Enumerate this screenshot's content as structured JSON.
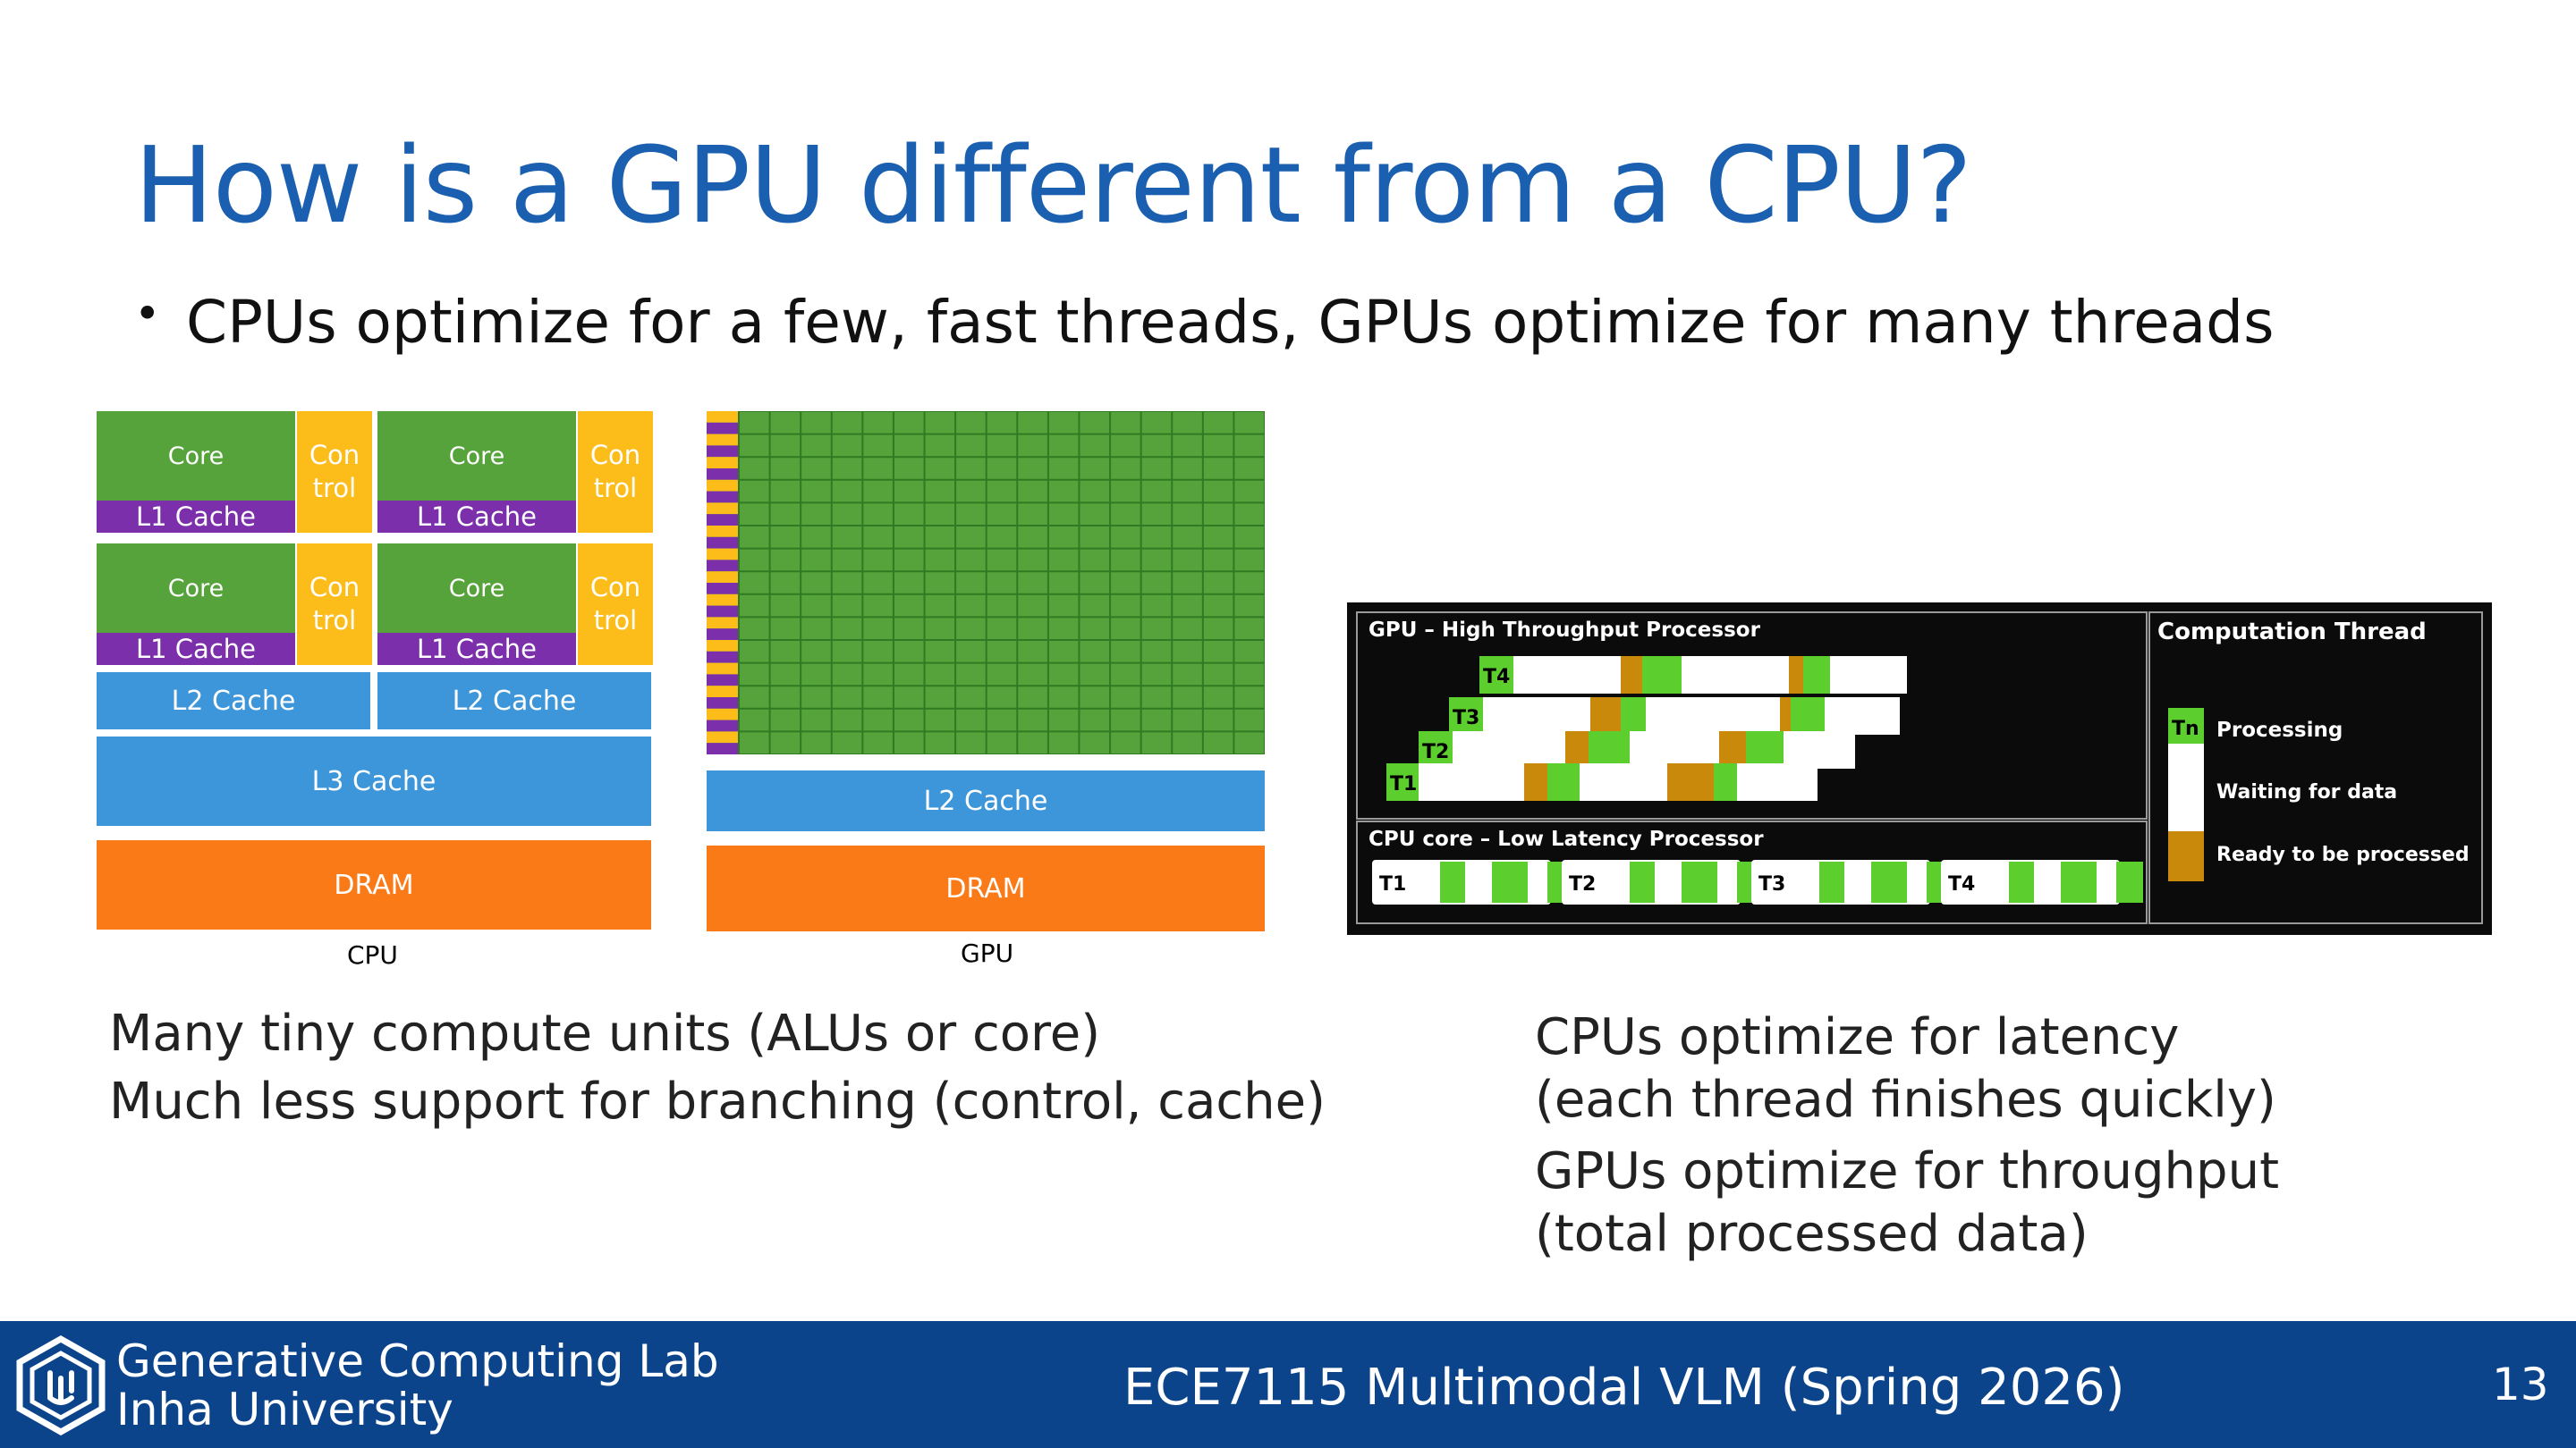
{
  "slide": {
    "title": "How is a GPU different from a CPU?",
    "bullet": "CPUs optimize for a few, fast threads, GPUs optimize for many threads",
    "left_text": [
      "Many tiny compute units (ALUs or core)",
      "Much less support for branching (control, cache)"
    ],
    "right_text": [
      "CPUs optimize for latency",
      "(each thread finishes quickly)",
      "GPUs optimize for throughput",
      "(total processed data)"
    ]
  },
  "cpu_diagram": {
    "core_label": "Core",
    "control_label": "Con\ntrol",
    "l1_label": "L1 Cache",
    "l2_label": "L2 Cache",
    "l3_label": "L3  Cache",
    "dram_label": "DRAM",
    "caption": "CPU"
  },
  "gpu_diagram": {
    "l2_label": "L2 Cache",
    "dram_label": "DRAM",
    "caption": "GPU"
  },
  "thread_panel": {
    "gpu_title": "GPU – High Throughput Processor",
    "cpu_title": "CPU core – Low Latency Processor",
    "legend_title": "Computation Thread",
    "legend": {
      "processing": "Processing",
      "waiting": "Waiting for data",
      "ready": "Ready to be processed"
    },
    "thread_labels": [
      "T1",
      "T2",
      "T3",
      "T4"
    ],
    "legend_thread_label": "Tn"
  },
  "colors": {
    "title": "#1a5fb0",
    "core": "#56a33b",
    "control": "#fcbd1b",
    "l1": "#7b2fab",
    "cache": "#3d96d9",
    "dram": "#fa7a17",
    "processing": "#5ccf2e",
    "ready": "#c98a0c",
    "footer": "#0c448b"
  },
  "footer": {
    "lab": "Generative Computing Lab",
    "university": "Inha University",
    "course": "ECE7115 Multimodal VLM (Spring 2026)",
    "page": "13",
    "logo_icon": "lab-hexagon-logo"
  }
}
